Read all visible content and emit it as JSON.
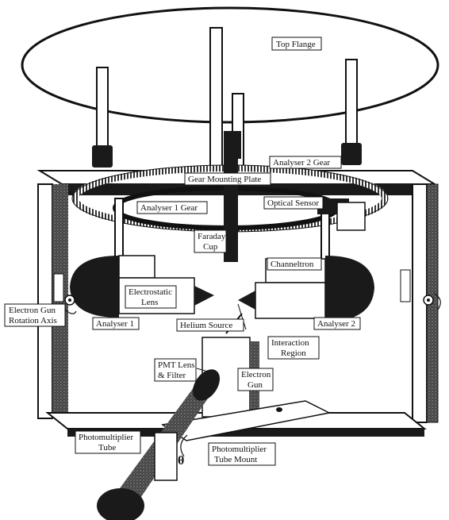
{
  "labels": {
    "top_flange": "Top Flange",
    "analyser2_gear": "Analyser 2 Gear",
    "gear_mounting_plate": "Gear Mounting Plate",
    "analyser1_gear": "Analyser 1 Gear",
    "optical_sensor": "Optical Sensor",
    "faraday_cup_1": "Faraday",
    "faraday_cup_2": "Cup",
    "channeltron": "Channeltron",
    "electrostatic_lens_1": "Electrostatic",
    "electrostatic_lens_2": "Lens",
    "electron_gun_axis_1": "Electron Gun",
    "electron_gun_axis_2": "Rotation Axis",
    "analyser1": "Analyser 1",
    "helium_source": "Helium Source",
    "analyser2": "Analyser 2",
    "interaction_region_1": "Interaction",
    "interaction_region_2": "Region",
    "pmt_lens_1": "PMT Lens",
    "pmt_lens_2": "& Filter",
    "electron_gun_1": "Electron",
    "electron_gun_2": "Gun",
    "photomultiplier_tube_1": "Photomultiplier",
    "photomultiplier_tube_2": "Tube",
    "pmt_mount_1": "Photomultiplier",
    "pmt_mount_2": "Tube Mount",
    "theta": "θ"
  },
  "colors": {
    "ink": "#111111",
    "dark_fill": "#1a1a1a",
    "mid_fill": "#555555",
    "light_fill": "#ffffff"
  }
}
